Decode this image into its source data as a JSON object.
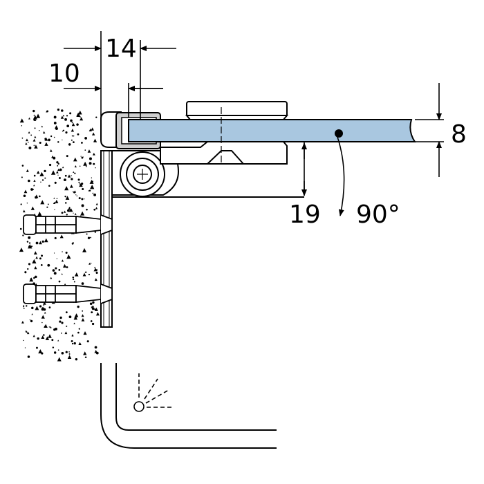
{
  "dimensions": {
    "wall_offset": "10",
    "hinge_depth": "14",
    "glass_thickness": "8",
    "pivot_gap": "19",
    "rotation_angle": "90°"
  },
  "icons": {
    "light_sensor": "light-source-icon"
  },
  "colors": {
    "glass": "#a9c7e0",
    "line": "#000000",
    "wall_speckle": "#000000",
    "background": "#ffffff"
  }
}
